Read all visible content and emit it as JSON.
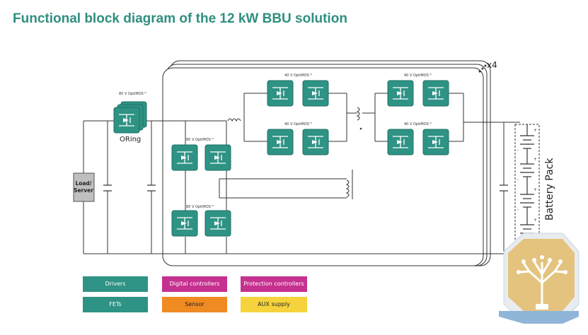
{
  "title": "Functional block diagram of the 12 kW BBU solution",
  "labels": {
    "load": "Load/\nServer",
    "oring": "ORing",
    "battery": "Battery Pack",
    "multiplier": "x4",
    "mosfet_80": "80 V OptiMOS™",
    "mosfet_40": "40 V OptiMOS™",
    "plus": "+",
    "minus": "-"
  },
  "legend": [
    {
      "label": "Drivers",
      "color": "#2e9384"
    },
    {
      "label": "Digital controllers",
      "color": "#c5318f"
    },
    {
      "label": "Protection controllers",
      "color": "#c5318f"
    },
    {
      "label": "FETs",
      "color": "#2e9384"
    },
    {
      "label": "Sensor",
      "color": "#f08a23"
    },
    {
      "label": "AUX supply",
      "color": "#f6d33c"
    }
  ],
  "colors": {
    "accent": "#2f8f7f",
    "fet": "#2e9384",
    "line": "#333333"
  },
  "icons": [
    "tree-logo-icon"
  ]
}
